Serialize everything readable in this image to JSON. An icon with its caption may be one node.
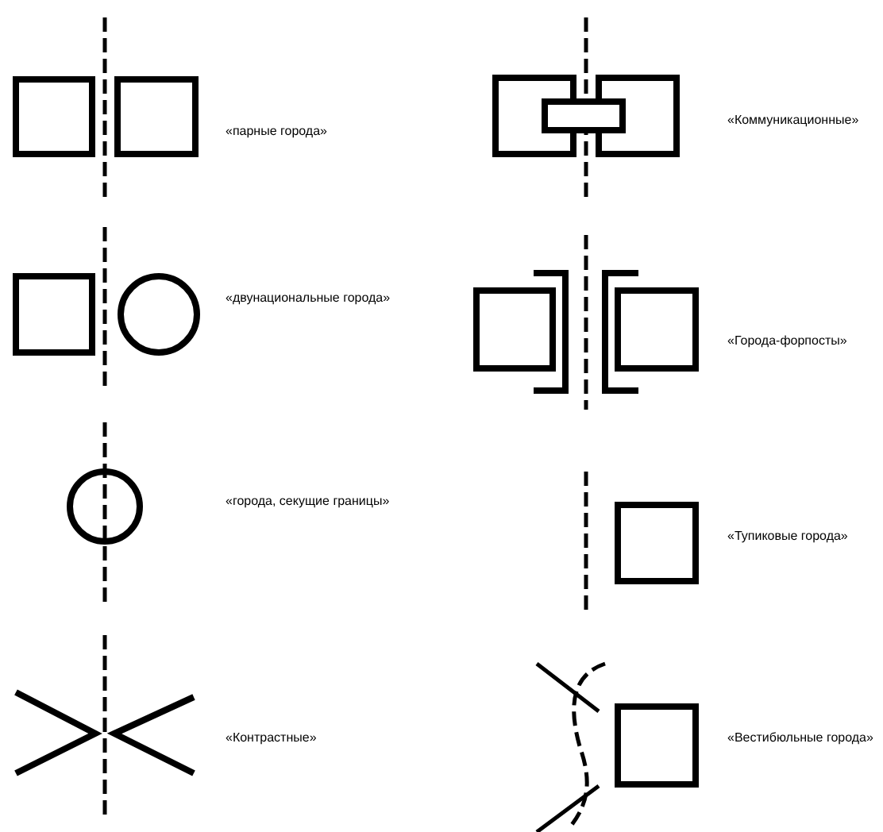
{
  "diagram": {
    "labels": [
      "«парные города»",
      "«Коммуникационные»",
      "«двунациональные города»",
      "«Города-форпосты»",
      "«города, секущие границы»",
      "«Тупиковые города»",
      "«Контрастные»",
      "«Вестибюльные города»"
    ]
  }
}
